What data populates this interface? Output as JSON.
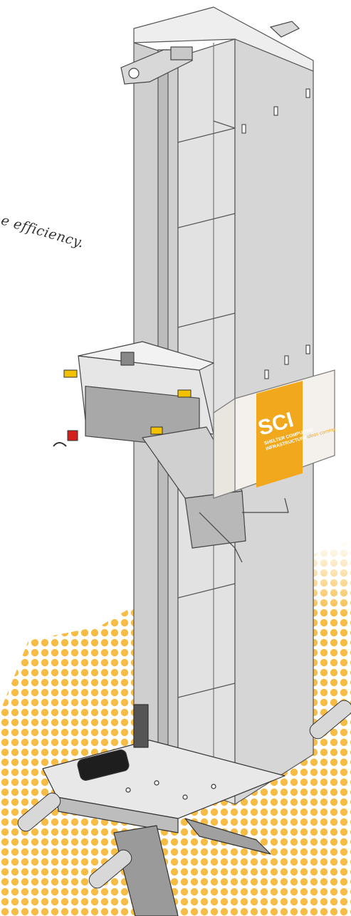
{
  "caption": {
    "tagline": "e efficiency."
  },
  "logo": {
    "mark": "SCI",
    "line1": "SHELTER COMPUTING",
    "line2": "INFRASTRUCTURE",
    "slogan": "ideas coming."
  },
  "colors": {
    "accent": "#f2a81d",
    "machine_body": "#dcdcdc",
    "machine_dark": "#8a8a8a",
    "panel": "#f4f1ec",
    "dots": "#f5b430"
  }
}
